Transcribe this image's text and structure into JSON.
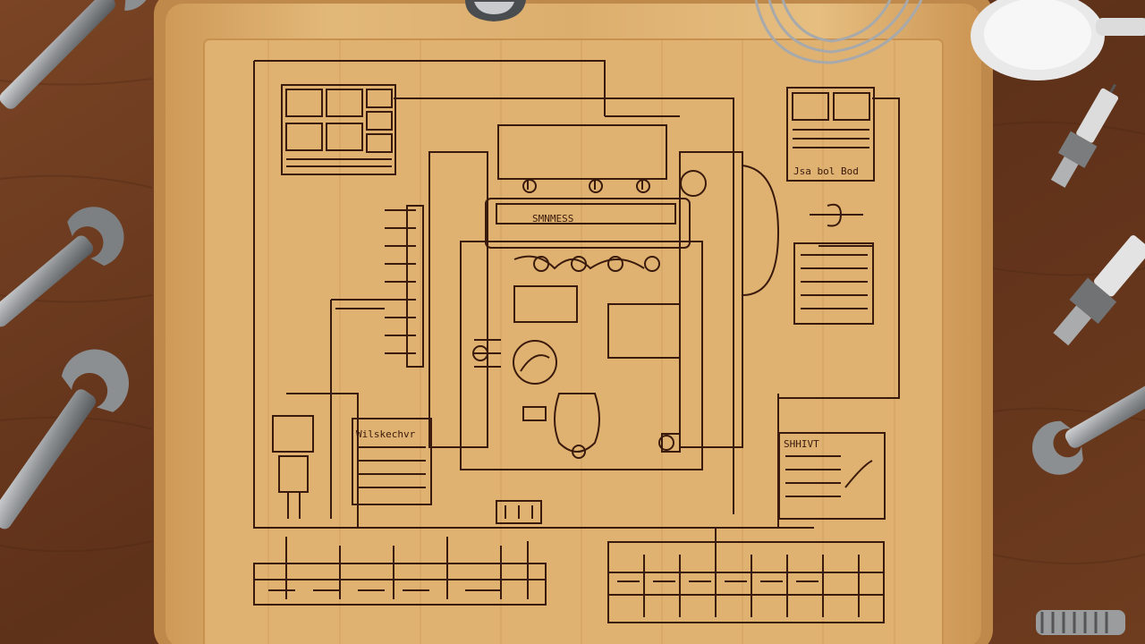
{
  "scene": {
    "subject": "engine-schematic-on-cutting-board",
    "colors": {
      "table_wood": "#6b3a1f",
      "table_wood_light": "#8a4f2a",
      "board": "#d9aa6a",
      "board_light": "#e8c388",
      "board_edge": "#c0894c",
      "ink": "#3a1a0c",
      "steel": "#8c8f92",
      "steel_dark": "#4e5154",
      "steel_light": "#c9cbcd"
    }
  },
  "labels": {
    "top_right_panel": "Jsa bol Bod",
    "engine_top": "SMNMESS",
    "left_mid_panel": "Wilskechvr",
    "right_mid_panel": "SHHIVT"
  },
  "objects": {
    "tools": [
      "wrench-icon",
      "wrench-icon",
      "wrench-icon",
      "wrench-icon",
      "wrench-icon",
      "spark-plug-icon",
      "spark-plug-icon",
      "whisk-icon",
      "measuring-cup-icon",
      "spoon-icon",
      "spring-icon"
    ]
  }
}
